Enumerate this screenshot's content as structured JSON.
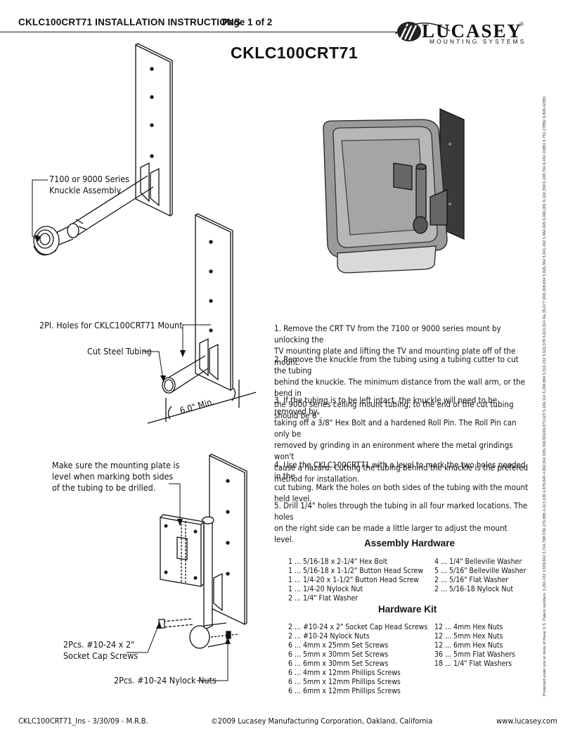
{
  "header": {
    "title": "CKLC100CRT71 INSTALLATION INSTRUCTIONS",
    "page": "Page 1 of 2"
  },
  "logo": {
    "name": "LUCASEY",
    "registered": "®",
    "subtitle": "MOUNTING SYSTEMS"
  },
  "doc_title": "CKLC100CRT71",
  "diagram_labels": {
    "knuckle_line1": "7100 or 9000 Series",
    "knuckle_line2": "Knuckle Assembly",
    "holes": "2Pl. Holes for CKLC100CRT71 Mount",
    "tubing": "Cut Steel Tubing",
    "min_dim": "6.0\" Min.",
    "level_line1": "Make sure the mounting plate is",
    "level_line2": "level when marking both sides",
    "level_line3": "of the tubing to be drilled.",
    "screws_line1": "2Pcs. #10-24 x 2\"",
    "screws_line2": "Socket Cap Screws",
    "nuts": "2Pcs. #10-24 Nylock Nuts"
  },
  "steps": [
    {
      "lines": [
        "1.  Remove the CRT TV from the 7100 or 9000 series mount by unlocking the",
        "TV mounting plate and lifting the TV and mounting plate off of the mount."
      ]
    },
    {
      "lines": [
        "2.  Remove the knuckle from the tubing using a tubing cutter to cut the tubing",
        "behind the knuckle.  The minimum distance from the wall arm, or the bend in",
        "the 9000 series ceiling mount tubing, to the end of the cut tubing should be 6\"."
      ]
    },
    {
      "lines": [
        "3.  If the tubing is to be left intact, the knuckle will need to be removed by",
        "taking off a 3/8\" Hex Bolt and a hardened Roll Pin.  The Roll Pin can only be",
        "removed by grinding in an enironment where the metal grindings won't",
        "cause a hazard.  Cutting the tubing behind the knuckle is the prefered",
        "method for installation."
      ]
    },
    {
      "lines": [
        "4.  Use the CKLC100CRT71 with a level to mark the two holes needed in the",
        "cut tubing.  Mark the holes on both sides of the tubing with the mount",
        "held level."
      ]
    },
    {
      "lines": [
        "5.  Drill 1/4\" holes through the tubing in all four marked locations.  The holes",
        "on the right side can be made a little larger to adjust the mount level."
      ]
    }
  ],
  "assembly_hardware": {
    "title": "Assembly Hardware",
    "left": [
      "1  ...  5/16-18 x 2-1/4\"  Hex Bolt",
      "1  ...  5/16-18 x 1-1/2\" Button Head Screw",
      "1  ...  1/4-20 x 1-1/2\" Button Head Screw",
      "1  ...  1/4-20 Nylock Nut",
      "2  ...  1/4\" Flat Washer"
    ],
    "right": [
      "4  ...  1/4\" Belleville Washer",
      "5  ...  5/16\" Belleville Washer",
      "2  ...  5/16\" Flat  Washer",
      "2  ...  5/16-18 Nylock Nut"
    ]
  },
  "hardware_kit": {
    "title": "Hardware Kit",
    "left": [
      "2  ...  #10-24 x 2\" Socket Cap Head Screws",
      "2  ...  #10-24 Nylock Nuts",
      "6  ...  4mm x 25mm Set Screws",
      "6  ...  5mm x 30mm Set Screws",
      "6  ...  6mm x 30mm Set Screws",
      "6  ...  4mm x 12mm Phillips Screws",
      "6  ...  5mm x 12mm Phillips Screws",
      "6  ...  6mm x 12mm Phillips Screws"
    ],
    "right": [
      "12  ...  4mm Hex Nuts",
      "12  ...  5mm Hex Nuts",
      "12  ...  6mm Hex Nuts",
      "36  ...  5mm Flat Washers",
      "18  ...  1/4\" Flat Washers"
    ]
  },
  "patent_text": "Protected under one or more of these U.S. Patent numbers: 3,291,432  3,559,942  3,724,798  D30,270,888  4,413,109  4,878,645  4,892,842  D65,309,D0249,973,023  5,169,114  5,299,884  5,310,152  5,522,578  5,621,614  Re.35,677 D05,308,834  5,826,364  5,941,492  5,964,005  6,060,081  6,102,358  6,188,704 6,454,118B1 6,761,278B2 6,808,423B1",
  "footer": {
    "left": "CKLC100CRT71_Ins - 3/30/09 - M.R.B.",
    "center": "©2009 Lucasey Manufacturing Corporation, Oakland, California",
    "right": "www.lucasey.com"
  },
  "colors": {
    "ink": "#111111",
    "tv_shadow": "#555555",
    "plate": "#3a3a3a"
  }
}
